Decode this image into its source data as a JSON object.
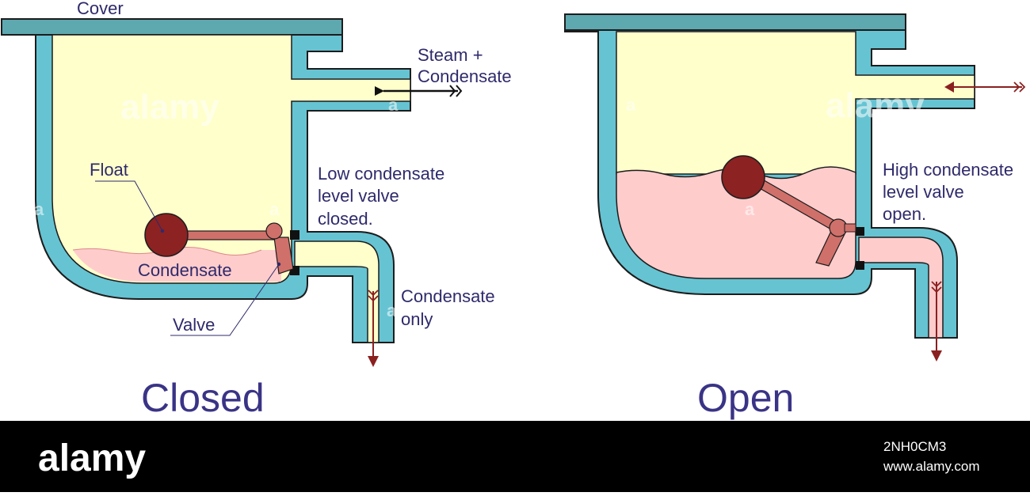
{
  "labels": {
    "cover": "Cover",
    "steam_line1": "Steam +",
    "steam_line2": "Condensate",
    "float": "Float",
    "condensate": "Condensate",
    "valve": "Valve",
    "low_line1": "Low condensate",
    "low_line2": "level valve",
    "low_line3": "closed.",
    "cond_only_line1": "Condensate",
    "cond_only_line2": "only",
    "high_line1": "High condensate",
    "high_line2": "level valve",
    "high_line3": "open.",
    "closed_title": "Closed",
    "open_title": "Open"
  },
  "watermark": {
    "brand": "alamy",
    "letter": "a",
    "image_id": "2NH0CM3",
    "site": "www.alamy.com"
  },
  "colors": {
    "wall": "#66c3d2",
    "wall_stroke": "#1c1c1c",
    "cover": "#5ea8b0",
    "steam_space": "#ffffcc",
    "condensate": "#ffcccc",
    "float": "#8c2222",
    "lever": "#d0706a",
    "label_text": "#2e2a6b",
    "title_text": "#3a3486",
    "arrow_steam": "#111111",
    "arrow_condensate": "#8b2020",
    "footer_bg": "#000000"
  }
}
